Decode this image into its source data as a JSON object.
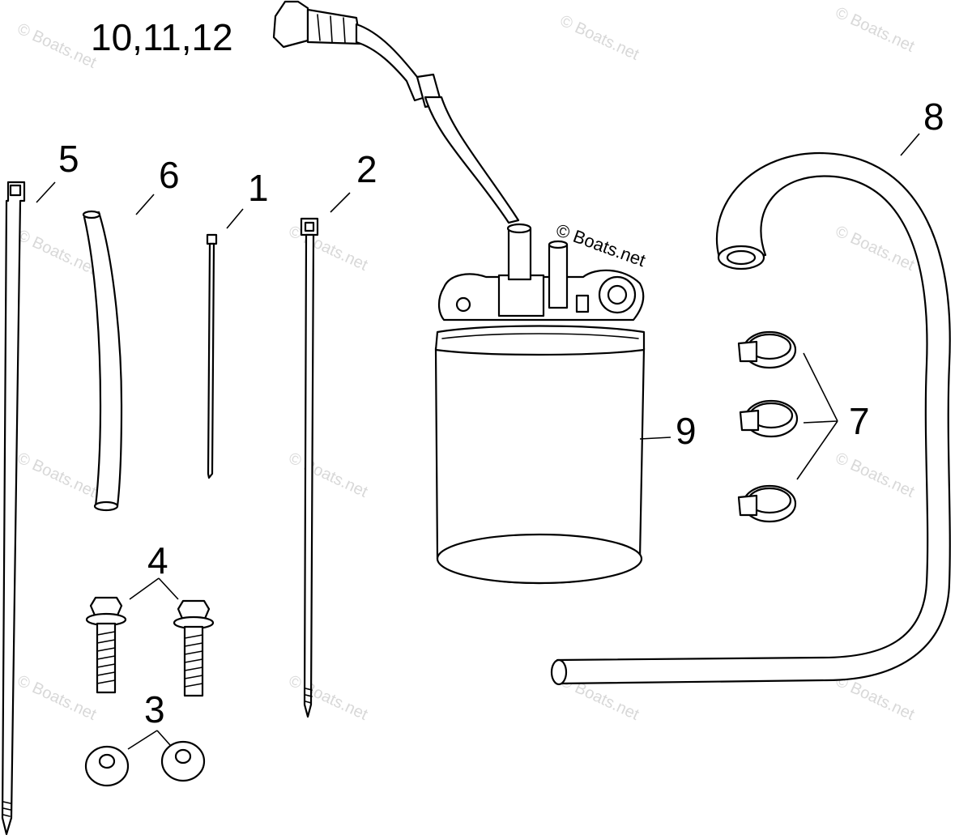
{
  "callouts": {
    "c1": "1",
    "c2": "2",
    "c3": "3",
    "c4": "4",
    "c5": "5",
    "c6": "6",
    "c7": "7",
    "c8": "8",
    "c9": "9",
    "c10": "10,11,12"
  },
  "watermark": "© Boats.net",
  "colors": {
    "line": "#000000",
    "watermark": "#d8d8d8",
    "background": "#ffffff"
  }
}
